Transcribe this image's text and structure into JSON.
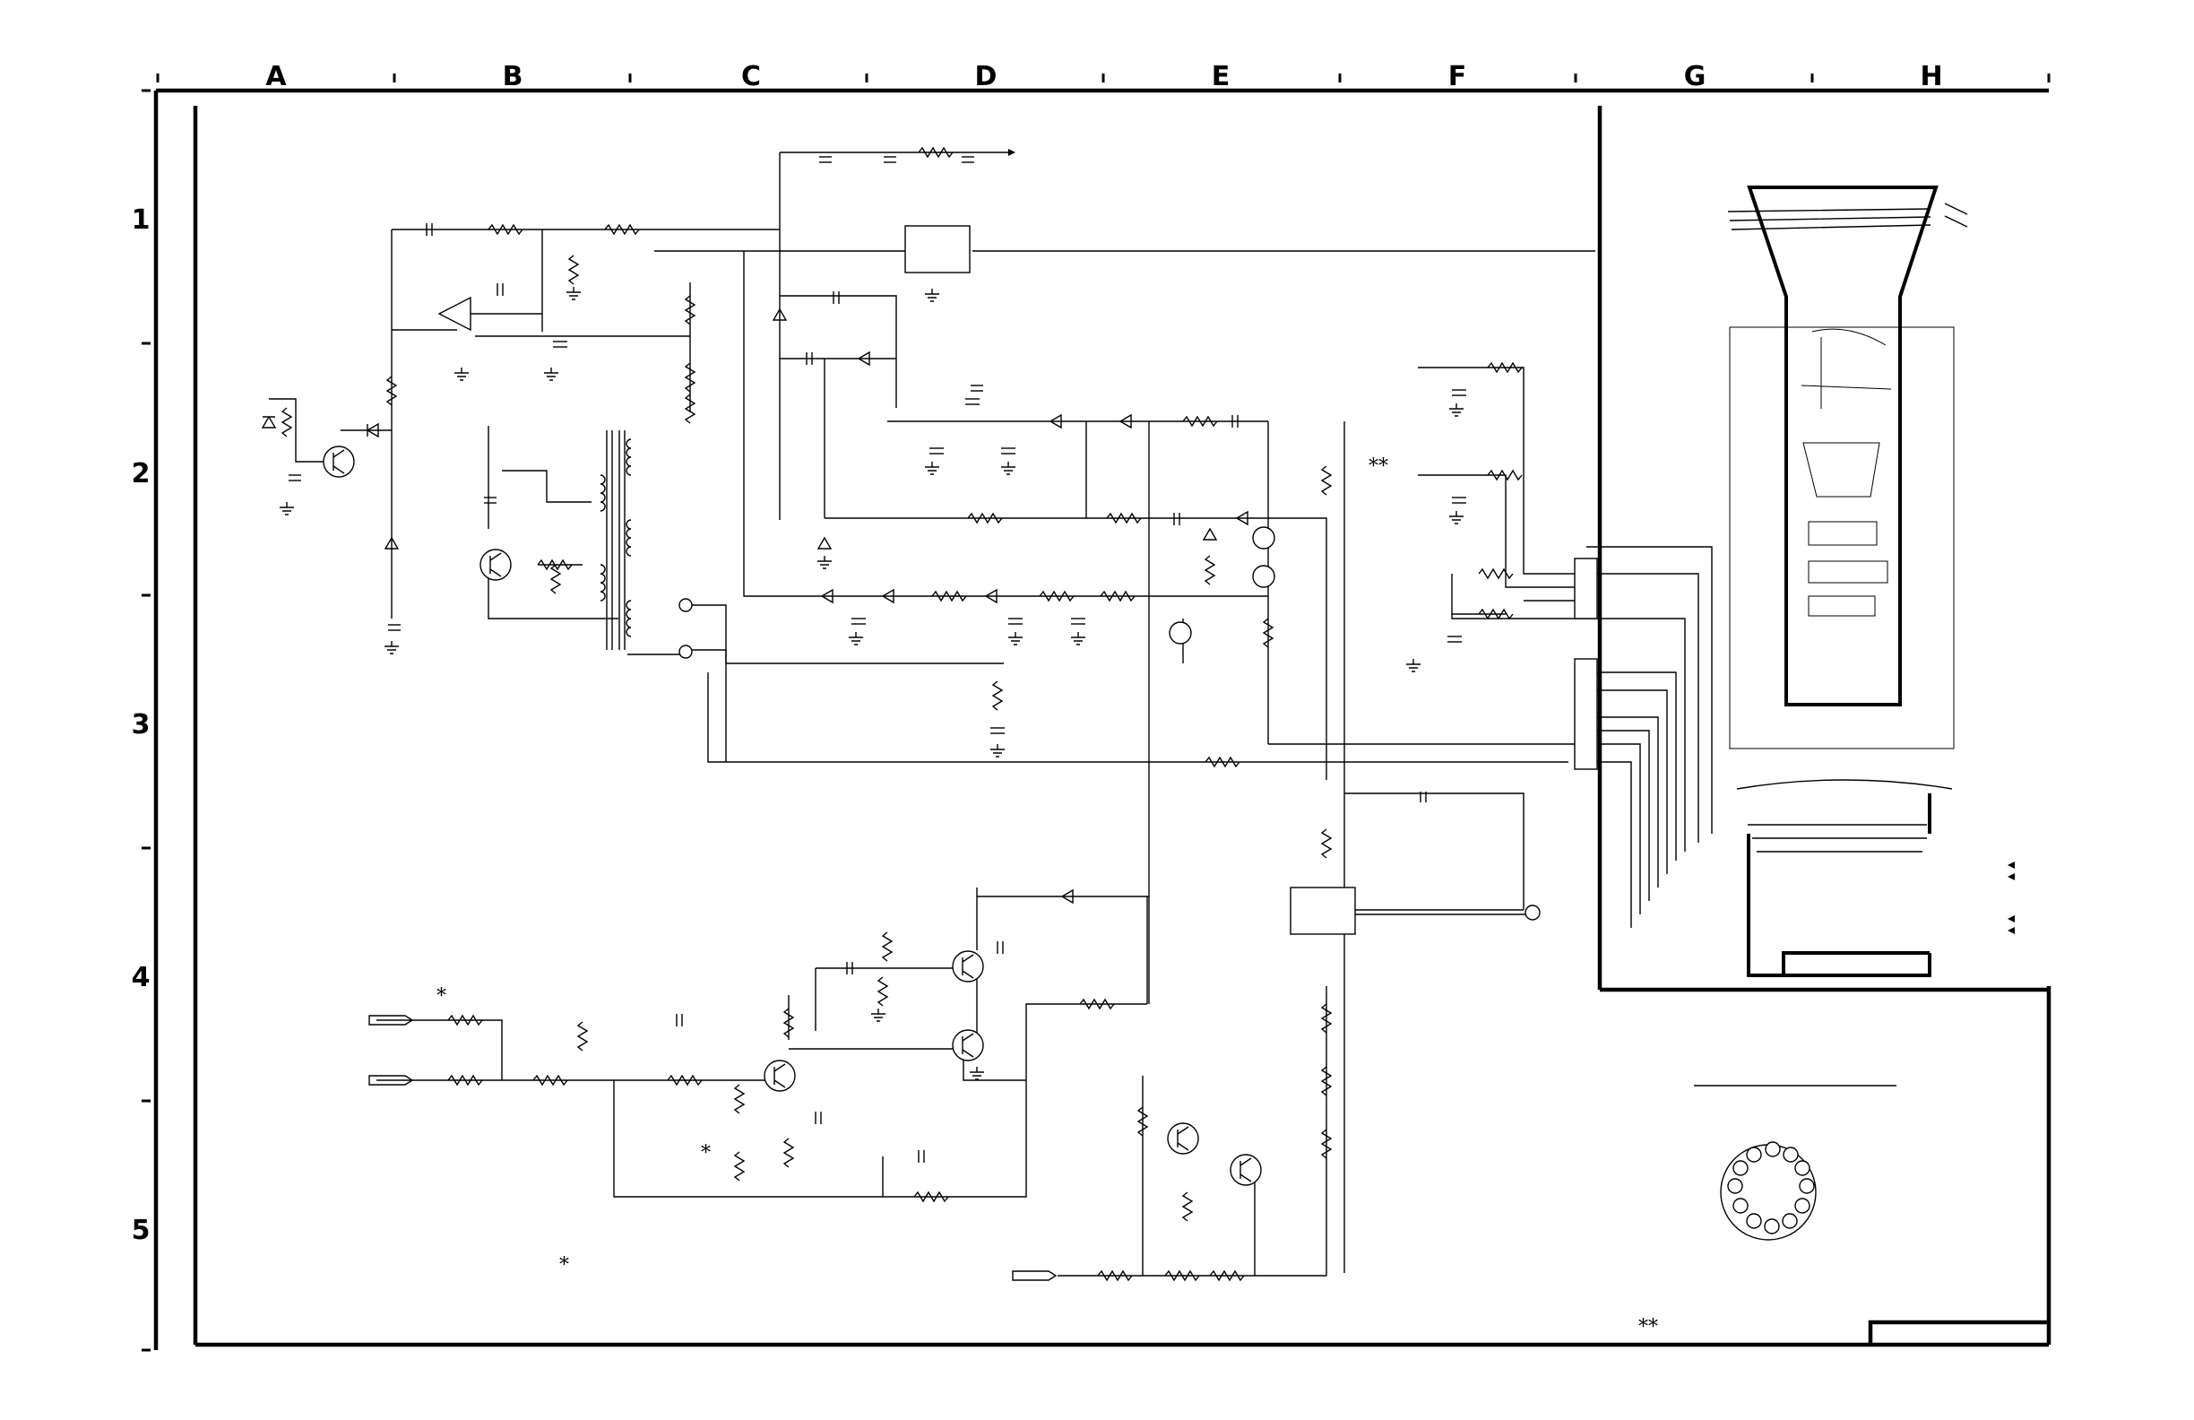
{
  "grid": {
    "columns": [
      "A",
      "B",
      "C",
      "D",
      "E",
      "F",
      "G",
      "H"
    ],
    "rows": [
      "1",
      "2",
      "3",
      "4",
      "5"
    ]
  },
  "notes": {
    "single_asterisk": "*",
    "double_asterisk": "**"
  },
  "colors": {
    "ink": "#000000",
    "paper": "#ffffff"
  },
  "icons": [
    "resistor-icon",
    "capacitor-icon",
    "diode-icon",
    "transistor-icon",
    "transformer-icon",
    "op-amp-icon",
    "potentiometer-icon",
    "crt-tube-icon",
    "connector-icon",
    "ground-icon",
    "tube-socket-icon"
  ]
}
